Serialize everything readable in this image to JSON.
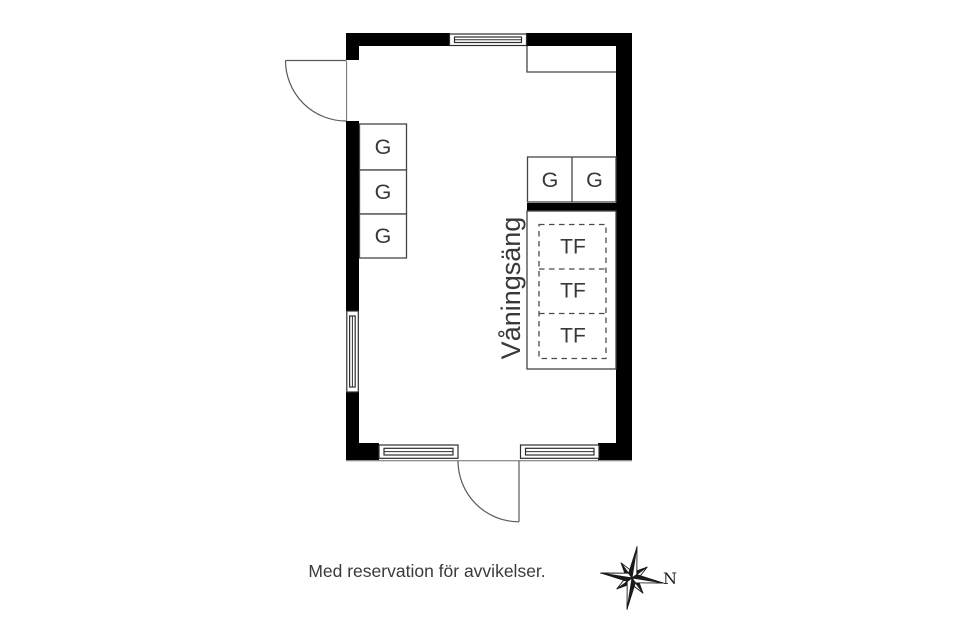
{
  "plan": {
    "wardrobes_left": [
      "G",
      "G",
      "G"
    ],
    "wardrobes_right": [
      "G",
      "G"
    ],
    "bunk_bed_label": "Våningsäng",
    "bed_sections": [
      "TF",
      "TF",
      "TF"
    ]
  },
  "footer": {
    "disclaimer": "Med reservation för avvikelser."
  },
  "compass": {
    "north_label": "N"
  },
  "colors": {
    "wall": "#000000",
    "thin_line": "#454545",
    "text": "#383838",
    "background": "#ffffff"
  }
}
